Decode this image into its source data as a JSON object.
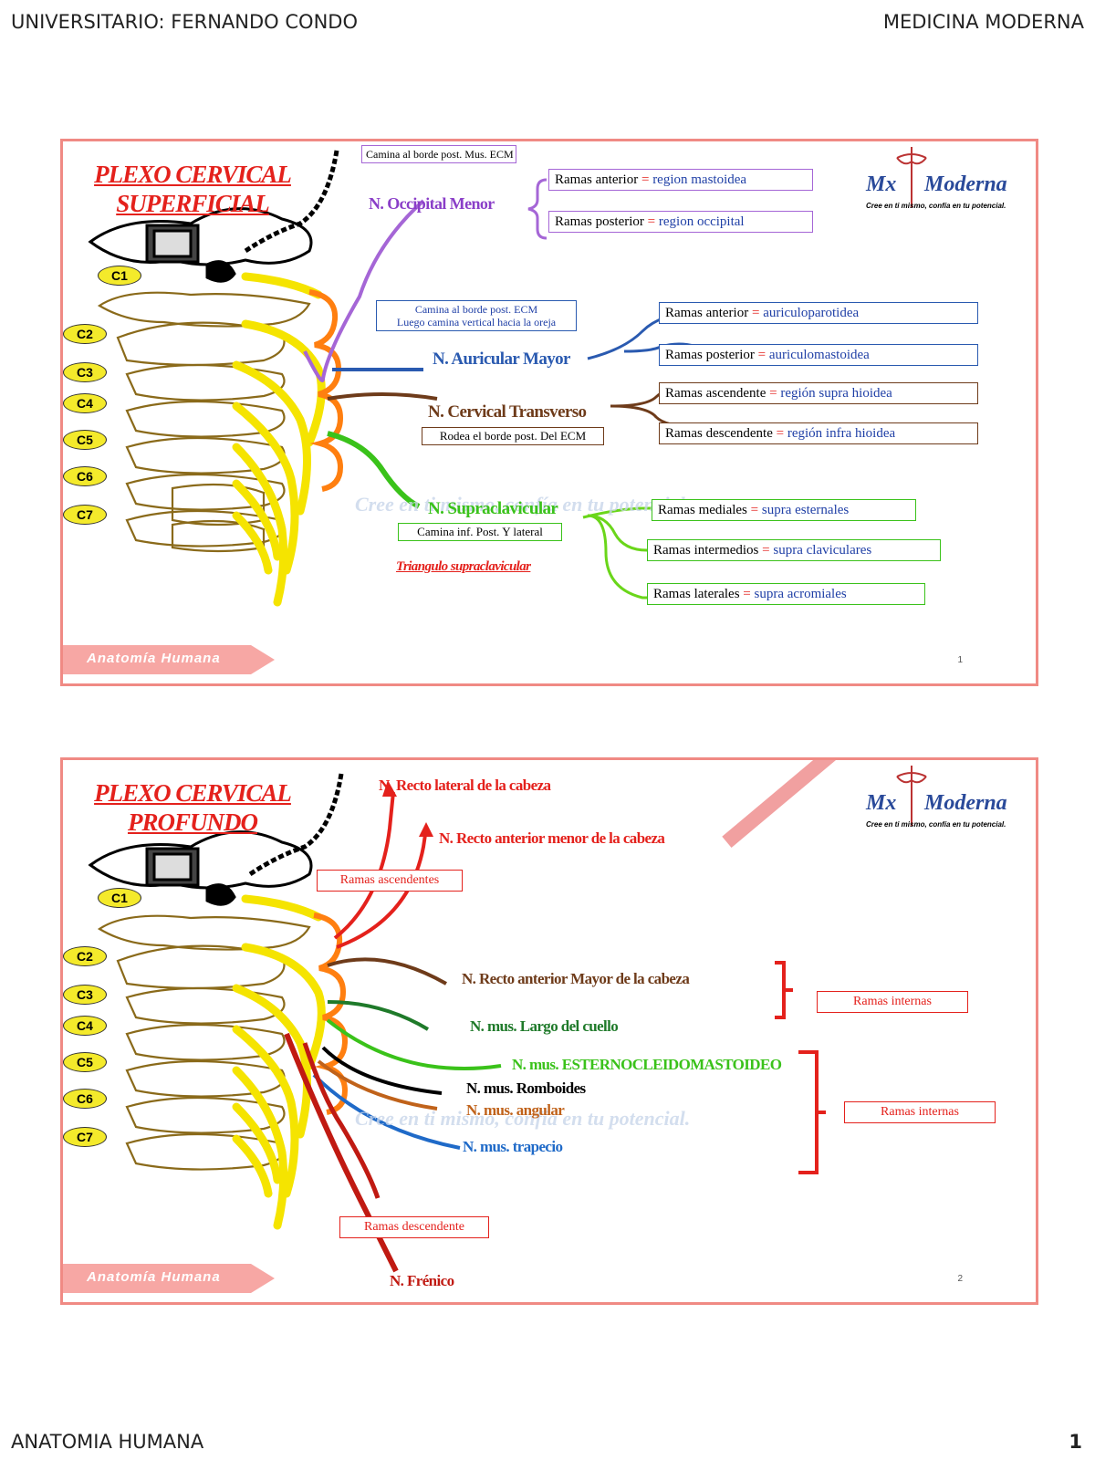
{
  "header": {
    "left": "UNIVERSITARIO: FERNANDO CONDO",
    "right": "MEDICINA MODERNA"
  },
  "footer": {
    "left": "ANATOMIA HUMANA",
    "right": "1"
  },
  "vertebrae": [
    "C1",
    "C2",
    "C3",
    "C4",
    "C5",
    "C6",
    "C7"
  ],
  "common": {
    "tag": "Anatomía Humana",
    "logo_mx": "Mx",
    "logo_moderna": "Moderna",
    "slogan": "Cree en ti mismo, confía en tu potencial.",
    "watermark": "Cree en ti mismo, confía en tu potencial."
  },
  "slide1": {
    "title1": "PLEXO CERVICAL",
    "title2": "SUPERFICIAL",
    "page": "1",
    "occ_note": "Camina al borde post. Mus. ECM",
    "occ_name": "N. Occipital Menor",
    "occ_b1_l": "Ramas anterior",
    "occ_b1_r": "region mastoidea",
    "occ_b2_l": "Ramas posterior",
    "occ_b2_r": "region occipital",
    "aur_note1": "Camina al borde post. ECM",
    "aur_note2": "Luego camina vertical hacia la oreja",
    "aur_name": "N. Auricular Mayor",
    "aur_b1_l": "Ramas anterior",
    "aur_b1_r": "auriculoparotidea",
    "aur_b2_l": "Ramas posterior",
    "aur_b2_r": "auriculomastoidea",
    "ct_name": "N. Cervical Transverso",
    "ct_note": "Rodea el borde post. Del ECM",
    "ct_b1_l": "Ramas ascendente",
    "ct_b1_r": "región supra hioidea",
    "ct_b2_l": "Ramas descendente",
    "ct_b2_r": "región infra hioidea",
    "sc_name": "N. Supraclavicular",
    "sc_note": "Camina inf. Post. Y lateral",
    "sc_tri": "Triangulo supraclavicular",
    "sc_b1_l": "Ramas mediales",
    "sc_b1_r": "supra esternales",
    "sc_b2_l": "Ramas intermedios",
    "sc_b2_r": "supra claviculares",
    "sc_b3_l": "Ramas laterales",
    "sc_b3_r": "supra acromiales"
  },
  "slide2": {
    "title1": "PLEXO CERVICAL",
    "title2": "PROFUNDO",
    "page": "2",
    "asc_box": "Ramas ascendentes",
    "desc_box": "Ramas descendente",
    "n1": "N. Recto lateral de la cabeza",
    "n2": "N. Recto anterior menor de la cabeza",
    "n3": "N. Recto anterior Mayor de la cabeza",
    "n4": "N. mus. Largo del cuello",
    "n5": "N. mus. ESTERNOCLEIDOMASTOIDEO",
    "n6": "N. mus. Romboides",
    "n7": "N. mus. angular",
    "n8": "N. mus. trapecio",
    "n9": "N. Frénico",
    "int1": "Ramas internas",
    "int2": "Ramas internas"
  }
}
